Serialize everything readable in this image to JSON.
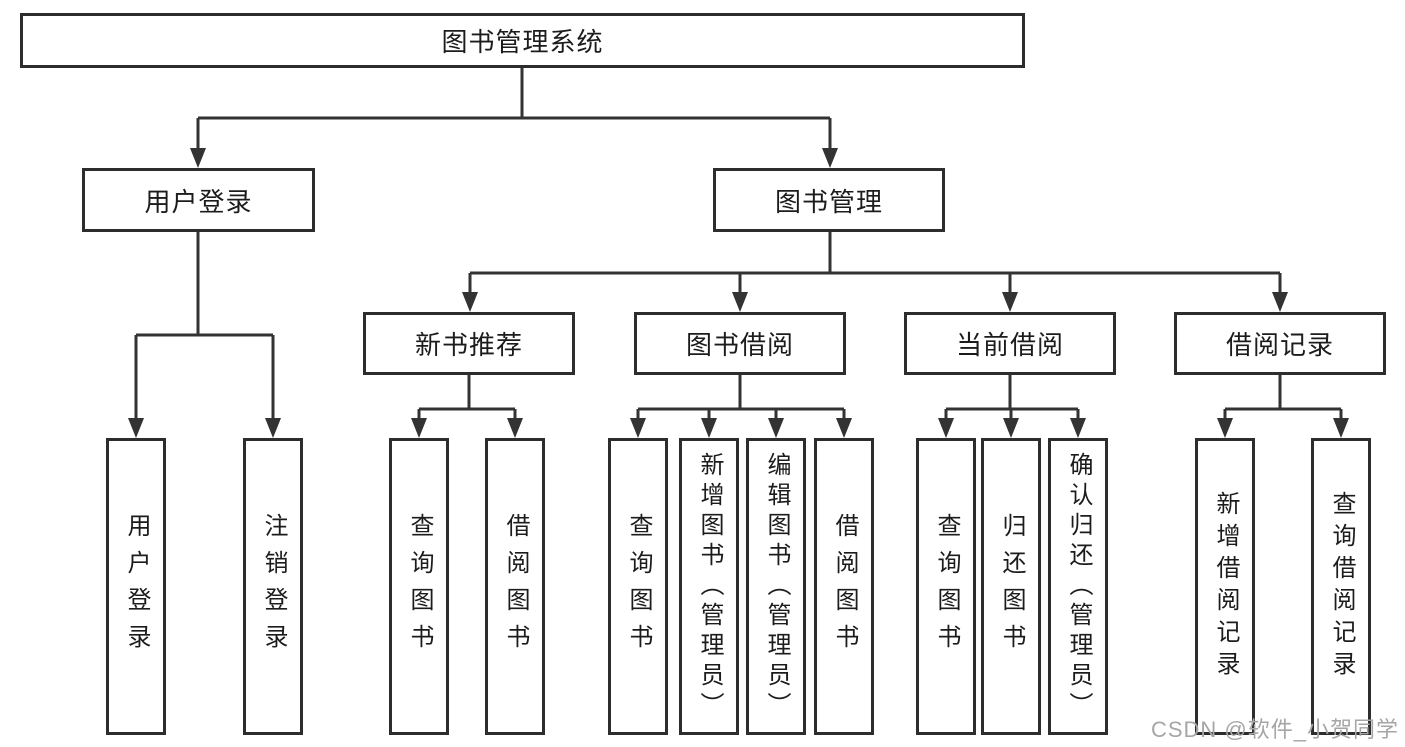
{
  "nodes": {
    "root": "图书管理系统",
    "user_login": "用户登录",
    "book_mgmt": "图书管理",
    "new_books": "新书推荐",
    "book_borrow": "图书借阅",
    "current_borrow": "当前借阅",
    "borrow_records": "借阅记录",
    "leaves": {
      "user_login_1": "用户登录",
      "user_login_2": "注销登录",
      "new_books_1": "查询图书",
      "new_books_2": "借阅图书",
      "book_borrow_1": "查询图书",
      "book_borrow_2": "新增图书（管理员）",
      "book_borrow_3": "编辑图书（管理员）",
      "book_borrow_4": "借阅图书",
      "current_borrow_1": "查询图书",
      "current_borrow_2": "归还图书",
      "current_borrow_3": "确认归还（管理员）",
      "borrow_records_1": "新增借阅记录",
      "borrow_records_2": "查询借阅记录"
    }
  },
  "watermark": "CSDN @软件_小贺同学",
  "colors": {
    "line": "#333333",
    "box_border": "#2d2d2d",
    "text": "#1c1c1c",
    "watermark": "#a6a6a6",
    "background": "#ffffff"
  }
}
